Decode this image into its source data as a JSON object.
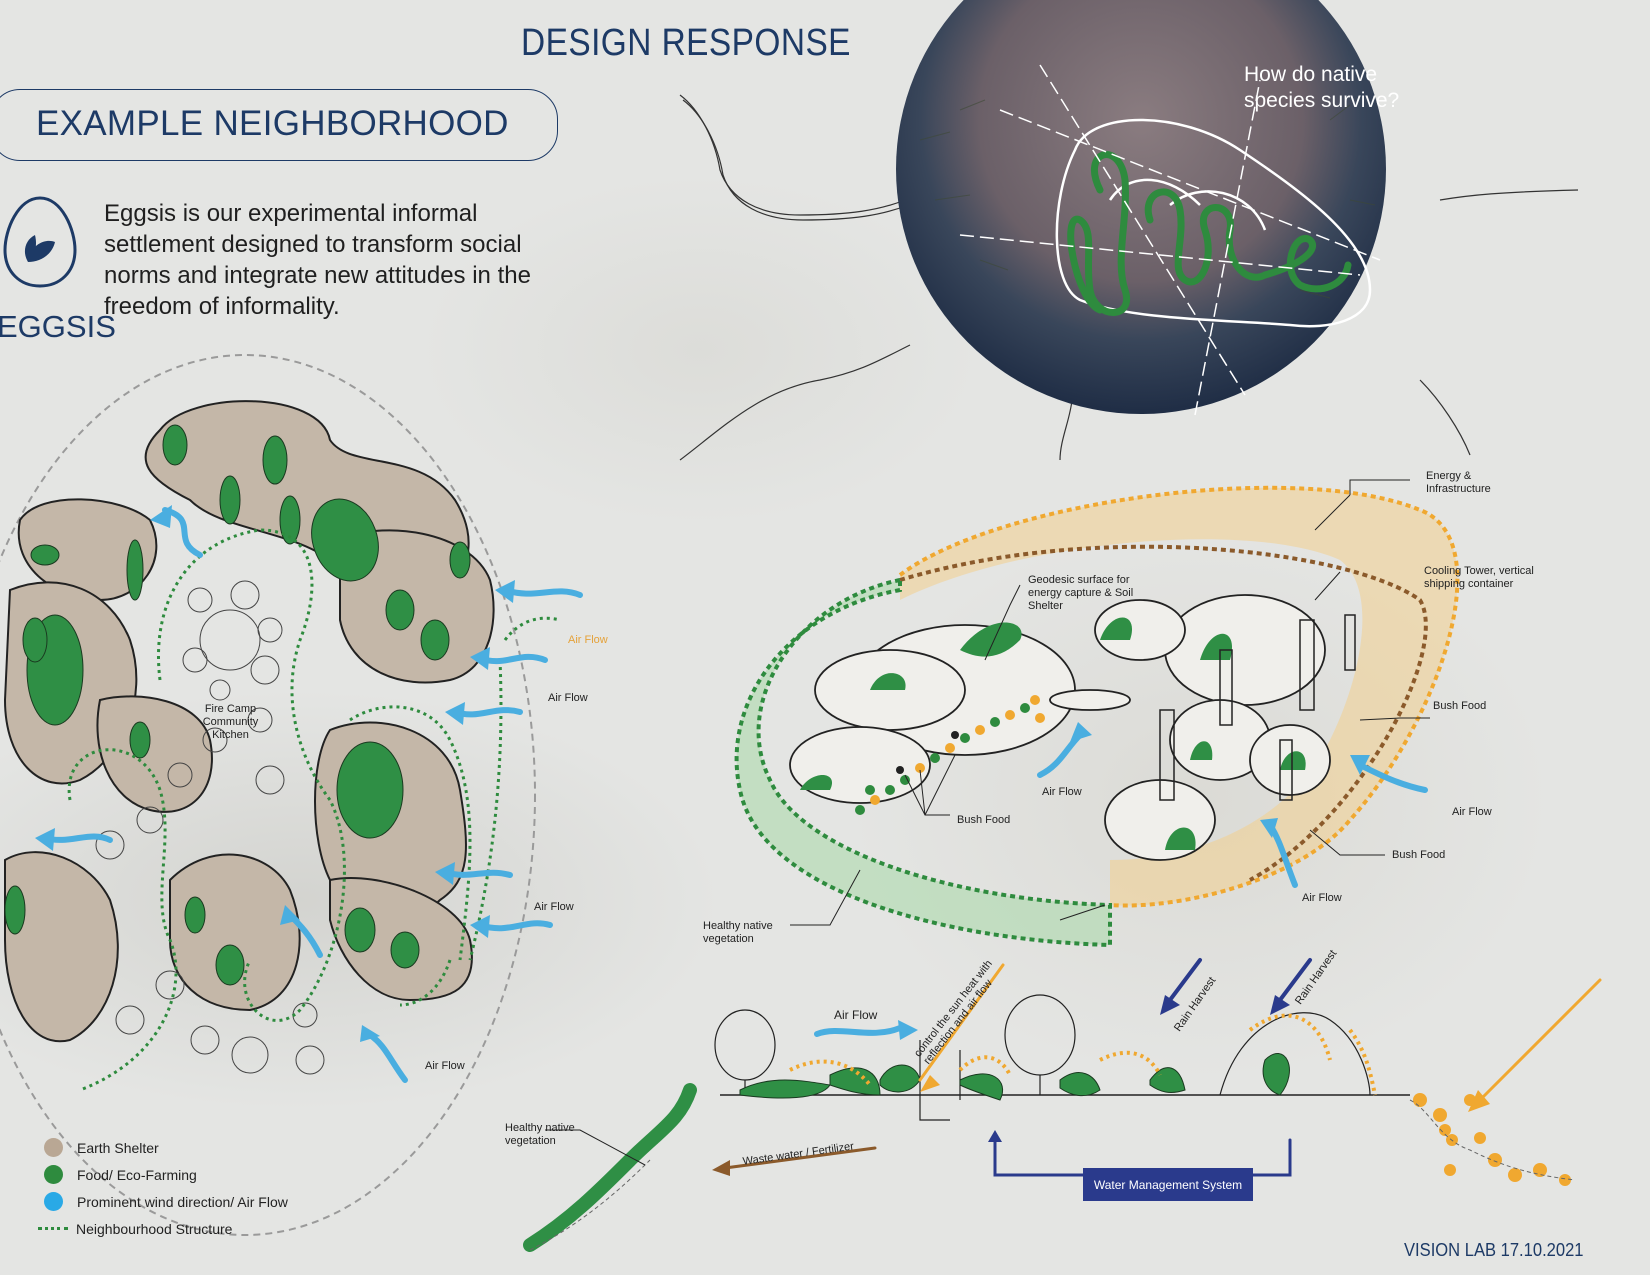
{
  "title": "DESIGN RESPONSE",
  "section_title": "EXAMPLE NEIGHBORHOOD",
  "intro_text": "Eggsis is our experimental informal settlement designed to transform social norms and integrate new attitudes in the freedom of informality.",
  "logo_text": "EGGSIS",
  "question": "How do native species survive?",
  "plan": {
    "center_label": "Fire Camp Community Kitchen",
    "air_flow_orange": "Air Flow",
    "air_flow_labels": [
      "Air Flow",
      "Air Flow",
      "Air Flow"
    ]
  },
  "axon": {
    "energy": "Energy & Infrastructure",
    "cooling": "Cooling Tower, vertical shipping container",
    "geodesic": "Geodesic surface for energy capture & Soil Shelter",
    "bush_food_1": "Bush Food",
    "bush_food_2": "Bush Food",
    "bush_food_3": "Bush Food",
    "air_flow_1": "Air Flow",
    "air_flow_2": "Air Flow",
    "air_flow_3": "Air Flow",
    "vegetation": "Healthy native vegetation"
  },
  "section": {
    "air_flow": "Air Flow",
    "sun_control": "control the sun heat with reflection and air flow",
    "rain_harvest_1": "Rain Harvest",
    "rain_harvest_2": "Rain Harvest",
    "waste_water": "Waste water / Fertilizer",
    "water_management": "Water Management System",
    "vegetation": "Healthy native vegetation"
  },
  "legend": [
    {
      "label": "Earth Shelter",
      "color": "#b9a794"
    },
    {
      "label": "Food/ Eco-Farming",
      "color": "#2e8b3e"
    },
    {
      "label": "Prominent wind direction/ Air Flow",
      "color": "#29a9e6"
    },
    {
      "label": "Neighbourhood Structure",
      "color": "#2e8b3e"
    }
  ],
  "footer": "VISION LAB 17.10.2021",
  "colors": {
    "navy": "#1d3a66",
    "green": "#2e8b3e",
    "blue": "#4aaee0",
    "orange": "#f0a830",
    "brown": "#8b5a2b",
    "shelter": "#b9a794"
  }
}
